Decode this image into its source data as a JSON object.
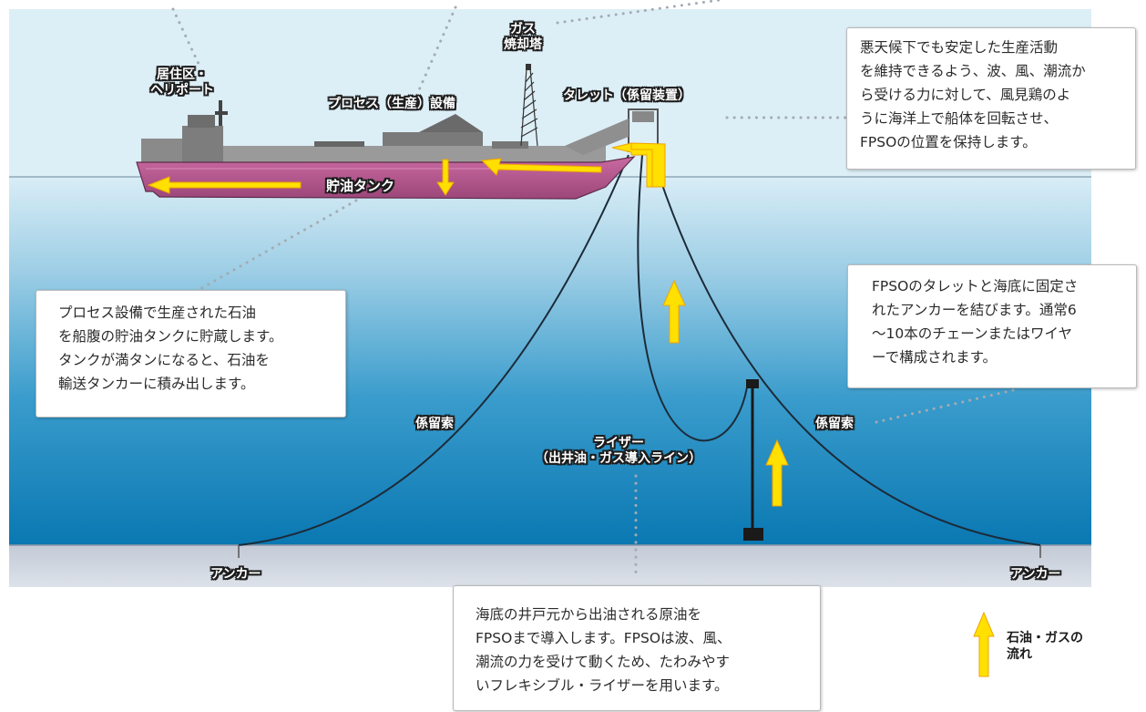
{
  "colors": {
    "sky": "#dceef6",
    "sea_top": "#c9e3f1",
    "sea_deep": "#0a7cb5",
    "seabed": "#d0d6e0",
    "hull": "#b95a91",
    "flow_arrow": "#ffe000",
    "flow_arrow_outline": "#f0a400"
  },
  "labels": {
    "quarters": "居住区・\nヘリポート",
    "process": "プロセス（生産）設備",
    "flare": "ガス\n焼却塔",
    "turret": "タレット（係留装置）",
    "storage": "貯油タンク",
    "mooring_left": "係留索",
    "mooring_right": "係留索",
    "riser": "ライザー\n（出井油・ガス導入ライン）",
    "anchor_left": "アンカー",
    "anchor_right": "アンカー"
  },
  "callouts": {
    "turret_desc": "悪天候下でも安定した生産活動\nを維持できるよう、波、風、潮流か\nら受ける力に対して、風見鶏のよ\nうに海洋上で船体を回転させ、\nFPSOの位置を保持します。",
    "tank_desc": "プロセス設備で生産された石油\nを船腹の貯油タンクに貯蔵します。\nタンクが満タンになると、石油を\n輸送タンカーに積み出します。",
    "mooring_desc": "FPSOのタレットと海底に固定さ\nれたアンカーを結びます。通常6\n～10本のチェーンまたはワイヤ\nーで構成されます。",
    "riser_desc": "海底の井戸元から出油される原油を\nFPSOまで導入します。FPSOは波、風、\n潮流の力を受けて動くため、たわみやす\nいフレキシブル・ライザーを用います。"
  },
  "legend": {
    "label": "石油・ガスの\n流れ",
    "icon": "up-arrow-icon"
  }
}
